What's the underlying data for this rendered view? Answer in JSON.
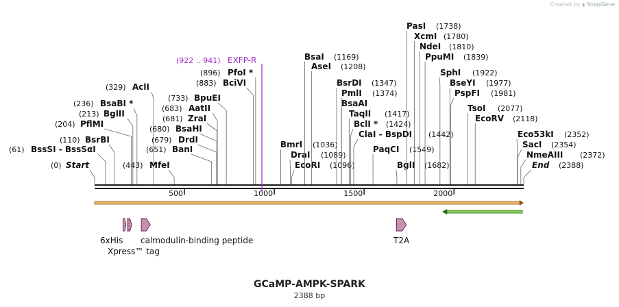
{
  "credit": {
    "prefix": "Created by",
    "brand": "SnapGene"
  },
  "plasmid": {
    "name": "GCaMP-AMPK-SPARK",
    "length_label": "2388 bp",
    "length": 2388
  },
  "axis": {
    "ticks": [
      500,
      1000,
      1500,
      2000
    ]
  },
  "primer": {
    "label": "EXFP-R",
    "range_label": "(922 .. 941)",
    "position": 931,
    "color": "#9b30c8"
  },
  "sites": [
    {
      "name": "Start",
      "pos_label": "(0)",
      "pos": 0,
      "italic": true
    },
    {
      "name": "BssSI - BssSαI",
      "pos_label": "(61)",
      "pos": 61
    },
    {
      "name": "BsrBI",
      "pos_label": "(110)",
      "pos": 110
    },
    {
      "name": "PflMI",
      "pos_label": "(204)",
      "pos": 204
    },
    {
      "name": "BglII",
      "pos_label": "(213)",
      "pos": 213
    },
    {
      "name": "BsaBI *",
      "pos_label": "(236)",
      "pos": 236
    },
    {
      "name": "AclI",
      "pos_label": "(329)",
      "pos": 329
    },
    {
      "name": "MfeI",
      "pos_label": "(443)",
      "pos": 443
    },
    {
      "name": "BanI",
      "pos_label": "(651)",
      "pos": 651
    },
    {
      "name": "DrdI",
      "pos_label": "(679)",
      "pos": 679
    },
    {
      "name": "BsaHI",
      "pos_label": "(680)",
      "pos": 680
    },
    {
      "name": "ZraI",
      "pos_label": "(681)",
      "pos": 681
    },
    {
      "name": "AatII",
      "pos_label": "(683)",
      "pos": 683
    },
    {
      "name": "BpuEI",
      "pos_label": "(733)",
      "pos": 733
    },
    {
      "name": "BciVI",
      "pos_label": "(883)",
      "pos": 883
    },
    {
      "name": "PfoI *",
      "pos_label": "(896)",
      "pos": 896
    },
    {
      "name": "BmrI",
      "pos_label": "(1036)",
      "pos": 1036
    },
    {
      "name": "DraI",
      "pos_label": "(1089)",
      "pos": 1089
    },
    {
      "name": "EcoRI",
      "pos_label": "(1096)",
      "pos": 1096
    },
    {
      "name": "BsaI",
      "pos_label": "(1169)",
      "pos": 1169
    },
    {
      "name": "AseI",
      "pos_label": "(1208)",
      "pos": 1208
    },
    {
      "name": "BsrDI",
      "pos_label": "(1347)",
      "pos": 1347
    },
    {
      "name": "PmlI",
      "pos_label": "(1374)",
      "pos": 1374
    },
    {
      "name": "BsaAI",
      "pos_label": "",
      "pos": 1374
    },
    {
      "name": "TaqII",
      "pos_label": "(1417)",
      "pos": 1417
    },
    {
      "name": "BclI *",
      "pos_label": "(1424)",
      "pos": 1424
    },
    {
      "name": "ClaI - BspDI",
      "pos_label": "(1442)",
      "pos": 1442
    },
    {
      "name": "PaqCI",
      "pos_label": "(1549)",
      "pos": 1549
    },
    {
      "name": "BglI",
      "pos_label": "(1682)",
      "pos": 1682
    },
    {
      "name": "PasI",
      "pos_label": "(1738)",
      "pos": 1738
    },
    {
      "name": "XcmI",
      "pos_label": "(1780)",
      "pos": 1780
    },
    {
      "name": "NdeI",
      "pos_label": "(1810)",
      "pos": 1810
    },
    {
      "name": "PpuMI",
      "pos_label": "(1839)",
      "pos": 1839
    },
    {
      "name": "SphI",
      "pos_label": "(1922)",
      "pos": 1922
    },
    {
      "name": "BseYI",
      "pos_label": "(1977)",
      "pos": 1977
    },
    {
      "name": "PspFI",
      "pos_label": "(1981)",
      "pos": 1981
    },
    {
      "name": "TsoI",
      "pos_label": "(2077)",
      "pos": 2077
    },
    {
      "name": "EcoRV",
      "pos_label": "(2118)",
      "pos": 2118
    },
    {
      "name": "Eco53kI",
      "pos_label": "(2352)",
      "pos": 2352
    },
    {
      "name": "SacI",
      "pos_label": "(2354)",
      "pos": 2354
    },
    {
      "name": "NmeAIII",
      "pos_label": "(2372)",
      "pos": 2372
    },
    {
      "name": "End",
      "pos_label": "(2388)",
      "pos": 2388,
      "italic": true
    }
  ],
  "features": [
    {
      "name": "6xHis",
      "start": 158,
      "end": 175,
      "label": "6xHis"
    },
    {
      "name": "Xpress™ tag",
      "start": 183,
      "end": 207,
      "label": "Xpress™ tag"
    },
    {
      "name": "calmodulin-binding peptide",
      "start": 260,
      "end": 310,
      "label": "calmodulin-binding peptide"
    },
    {
      "name": "T2A",
      "start": 1680,
      "end": 1735,
      "label": "T2A"
    }
  ],
  "colors": {
    "backbone": "#1a1a1a",
    "orf_fill": "#f2b96b",
    "orf_stroke": "#8a5a12",
    "reverse_fill": "#8bd05a",
    "reverse_stroke": "#2c6e12",
    "feature_fill": "#c88fae",
    "feature_stroke": "#5a2a46",
    "primer": "#9b30c8",
    "leader": "#666666"
  }
}
